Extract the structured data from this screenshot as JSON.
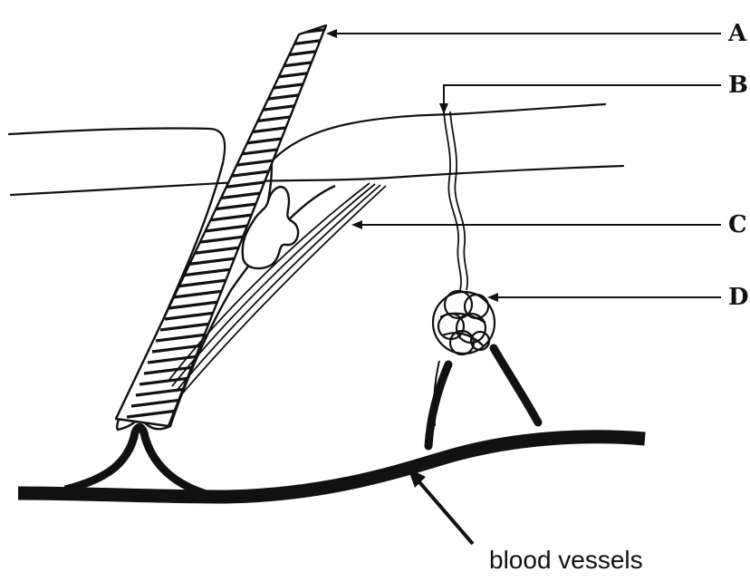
{
  "labels": {
    "a": "A",
    "b": "B",
    "c": "C",
    "d": "D"
  },
  "caption": "blood vessels",
  "colors": {
    "ink": "#111111",
    "background": "#ffffff"
  }
}
